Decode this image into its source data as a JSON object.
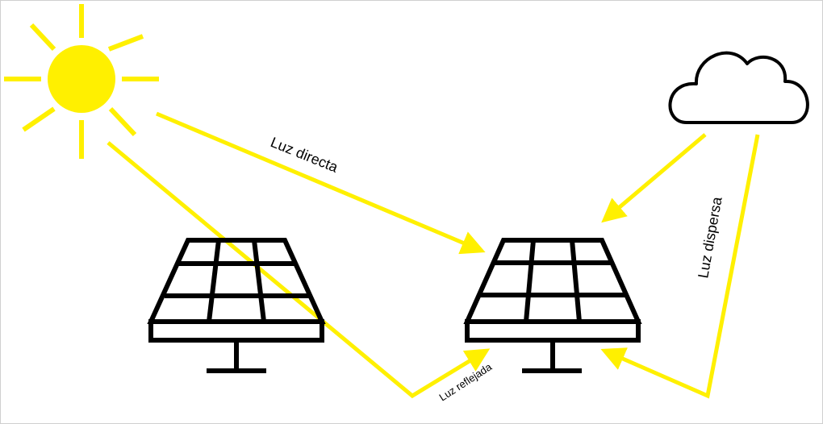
{
  "labels": {
    "direct": "Luz directa",
    "diffuse": "Luz dispersa",
    "reflected": "Luz reflejada"
  },
  "colors": {
    "light": "#FFF000",
    "outline": "#000000"
  },
  "icons": [
    "sun-icon",
    "cloud-icon",
    "solar-panel-icon"
  ]
}
